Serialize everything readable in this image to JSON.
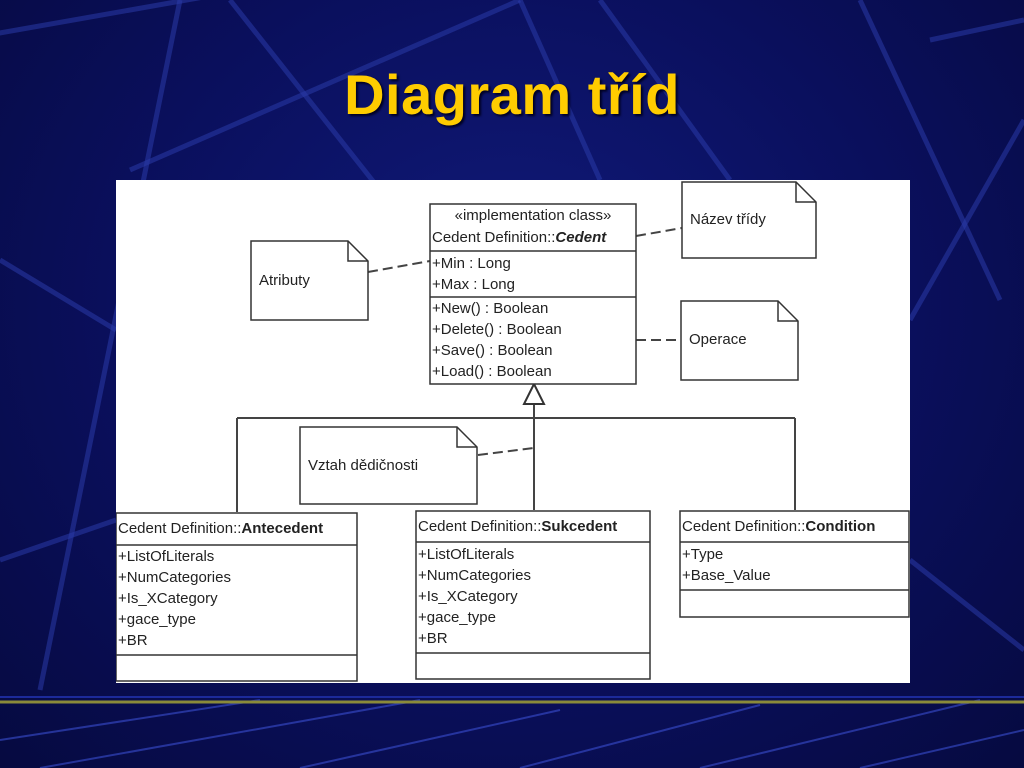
{
  "slide": {
    "title": "Diagram tříd"
  },
  "classes": {
    "cedent": {
      "stereotype": "«implementation class»",
      "name_prefix": "Cedent Definition::",
      "name": "Cedent",
      "attributes": [
        "+Min : Long",
        "+Max : Long"
      ],
      "operations": [
        "+New() : Boolean",
        "+Delete() : Boolean",
        "+Save() : Boolean",
        "+Load() : Boolean"
      ]
    },
    "antecedent": {
      "name_prefix": "Cedent Definition::",
      "name": "Antecedent",
      "attributes": [
        "+ListOfLiterals",
        "+NumCategories",
        "+Is_XCategory",
        "+gace_type",
        "+BR"
      ]
    },
    "sukcedent": {
      "name_prefix": "Cedent Definition::",
      "name": "Sukcedent",
      "attributes": [
        "+ListOfLiterals",
        "+NumCategories",
        "+Is_XCategory",
        "+gace_type",
        "+BR"
      ]
    },
    "condition": {
      "name_prefix": "Cedent Definition::",
      "name": "Condition",
      "attributes": [
        "+Type",
        "+Base_Value"
      ]
    }
  },
  "notes": {
    "atributy": "Atributy",
    "nazev": "Název třídy",
    "operace": "Operace",
    "vztah": "Vztah dědičnosti"
  }
}
